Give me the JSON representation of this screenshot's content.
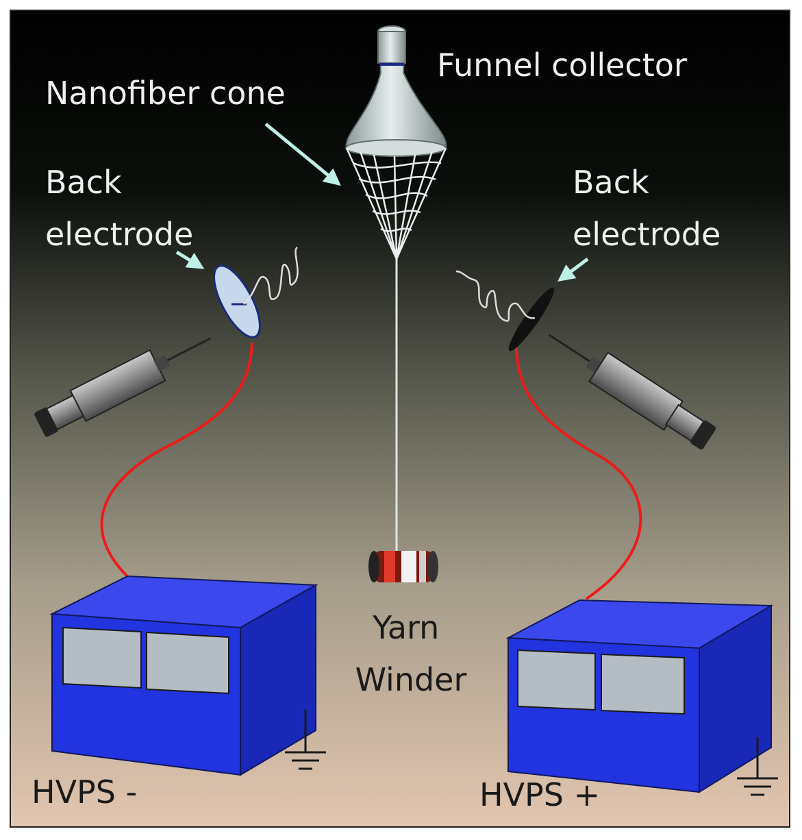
{
  "labels": {
    "funnel_collector": "Funnel collector",
    "nanofiber_cone": "Nanofiber cone",
    "back_electrode_left": [
      "Back",
      "electrode"
    ],
    "back_electrode_right": [
      "Back",
      "electrode"
    ],
    "yarn_winder": [
      "Yarn",
      "Winder"
    ],
    "hvps_negative": "HVPS -",
    "hvps_positive": "HVPS +"
  },
  "colors": {
    "background_top": "#000000",
    "background_bottom": "#e3c6b0",
    "power_supply": "#2233e0",
    "power_supply_panel": "#b4bcc4",
    "wire": "#ee1a1a",
    "arrow": "#bff0e8",
    "funnel": "#c9d3d3",
    "syringe": "#9a9a9a"
  }
}
